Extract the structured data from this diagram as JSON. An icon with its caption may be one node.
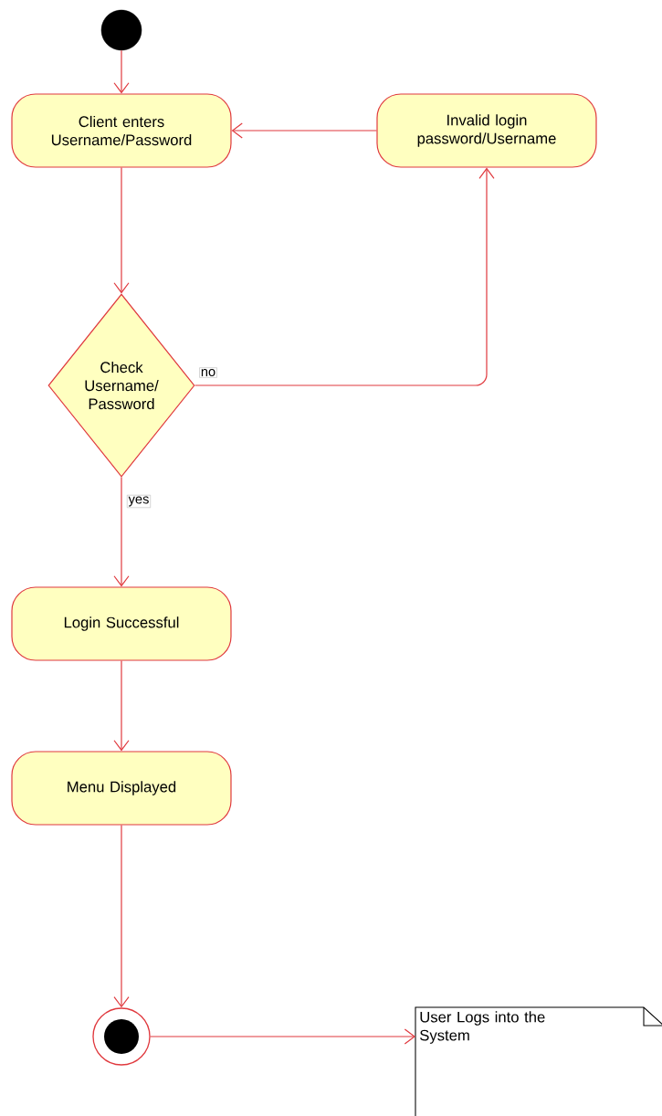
{
  "diagram": {
    "nodes": [
      {
        "text": [],
        "shape": "circle"
      },
      {
        "text": [
          "Client enters Username/Password"
        ]
      },
      {
        "text": [
          "Invalid login password/Username"
        ]
      },
      {
        "text": [
          "Check Username/ Password"
        ]
      },
      {
        "text": [
          "Login Successful"
        ]
      },
      {
        "text": [
          "Menu Displayed"
        ]
      },
      {
        "text": [],
        "shape": "circle"
      },
      {
        "text": [
          "User Logs into the System"
        ]
      }
    ],
    "edges": [
      {
        "from": 0,
        "to": 1,
        "arrow": "to"
      },
      {
        "from": 1,
        "to": 3,
        "arrow": "to"
      },
      {
        "from": 3,
        "to": 2,
        "arrow": "to",
        "label": "no"
      },
      {
        "from": 2,
        "to": 1,
        "arrow": "to"
      },
      {
        "from": 3,
        "to": 4,
        "arrow": "to",
        "label": "yes"
      },
      {
        "from": 4,
        "to": 5,
        "arrow": "to"
      },
      {
        "from": 5,
        "to": 6,
        "arrow": "to"
      },
      {
        "from": 6,
        "to": 7,
        "arrow": "to"
      }
    ]
  }
}
